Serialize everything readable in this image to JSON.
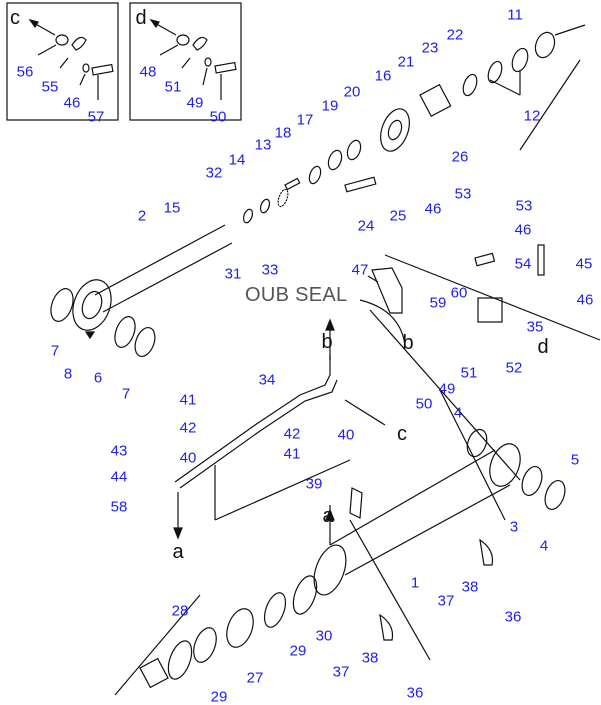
{
  "title_overlay": "OUB SEAL",
  "insets": {
    "c": {
      "ref": "c",
      "parts": [
        "56",
        "55",
        "46",
        "57"
      ]
    },
    "d": {
      "ref": "d",
      "parts": [
        "48",
        "51",
        "49",
        "50"
      ]
    }
  },
  "part_labels": [
    "11",
    "22",
    "23",
    "21",
    "16",
    "20",
    "12",
    "19",
    "17",
    "18",
    "13",
    "14",
    "32",
    "26",
    "15",
    "2",
    "24",
    "25",
    "46",
    "53",
    "53",
    "46",
    "45",
    "54",
    "46",
    "31",
    "33",
    "47",
    "60",
    "59",
    "35",
    "7",
    "8",
    "6",
    "7",
    "52",
    "51",
    "49",
    "50",
    "34",
    "41",
    "42",
    "40",
    "43",
    "44",
    "58",
    "42",
    "40",
    "41",
    "4",
    "5",
    "39",
    "3",
    "4",
    "1",
    "37",
    "38",
    "36",
    "28",
    "30",
    "29",
    "27",
    "29",
    "37",
    "38",
    "36"
  ],
  "view_refs": [
    "b",
    "b",
    "d",
    "c",
    "a",
    "a"
  ],
  "colors": {
    "label": "#2020f0",
    "line": "#111111",
    "overlay": "#555555"
  }
}
